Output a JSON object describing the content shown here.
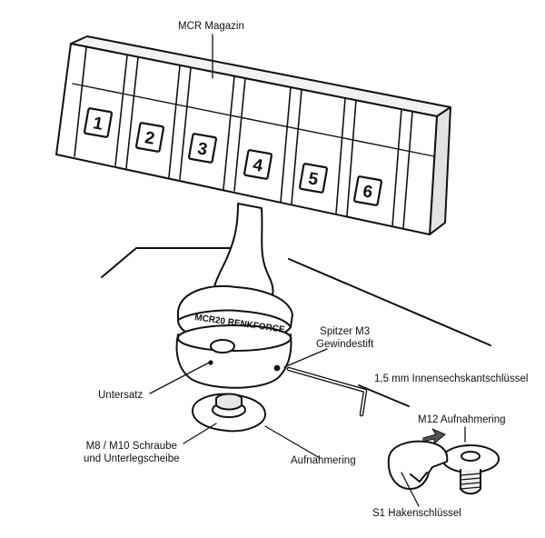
{
  "labels": {
    "magazine": "MCR Magazin",
    "set_screw_line1": "Spitzer M3",
    "set_screw_line2": "Gewindestift",
    "hex_key": "1,5 mm Innensechskantschlüssel",
    "base": "Untersatz",
    "m12_ring": "M12 Aufnahmering",
    "screw_line1": "M8 / M10 Schraube",
    "screw_line2": "und Unterlegscheibe",
    "mount_ring": "Aufnahmering",
    "hook_wrench": "S1 Hakenschlüssel"
  },
  "slots": [
    "1",
    "2",
    "3",
    "4",
    "5",
    "6"
  ],
  "pivot_text": "MCR20 RENKFORCE",
  "colors": {
    "line": "#111111",
    "fill": "#ffffff",
    "shade": "#e6e6e6"
  }
}
